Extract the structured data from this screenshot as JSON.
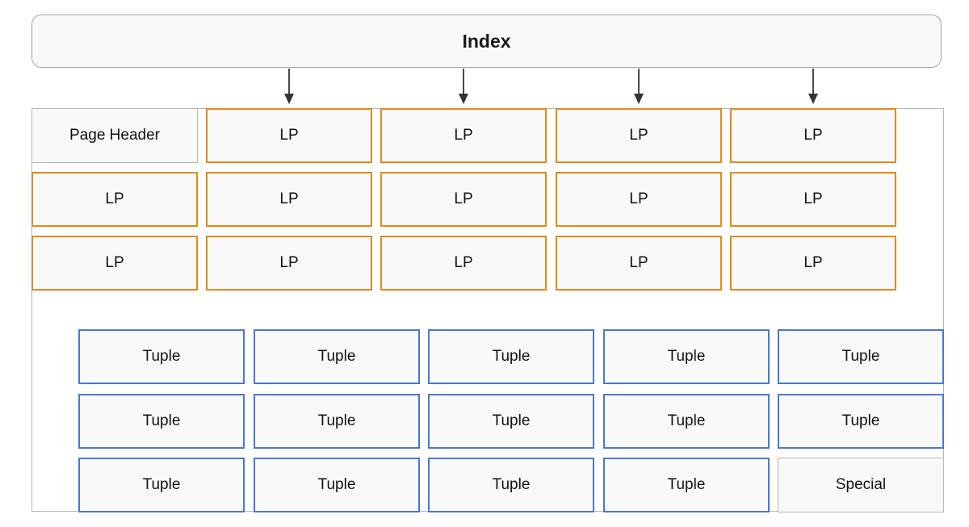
{
  "index": {
    "label": "Index"
  },
  "page": {
    "header_label": "Page Header",
    "lp_label": "LP",
    "tuple_label": "Tuple",
    "special_label": "Special"
  },
  "colors": {
    "lp_border": "#e08a1e",
    "tuple_border": "#4a78d0",
    "neutral_border": "#b5b5b5",
    "box_fill": "#f9f9f9"
  }
}
